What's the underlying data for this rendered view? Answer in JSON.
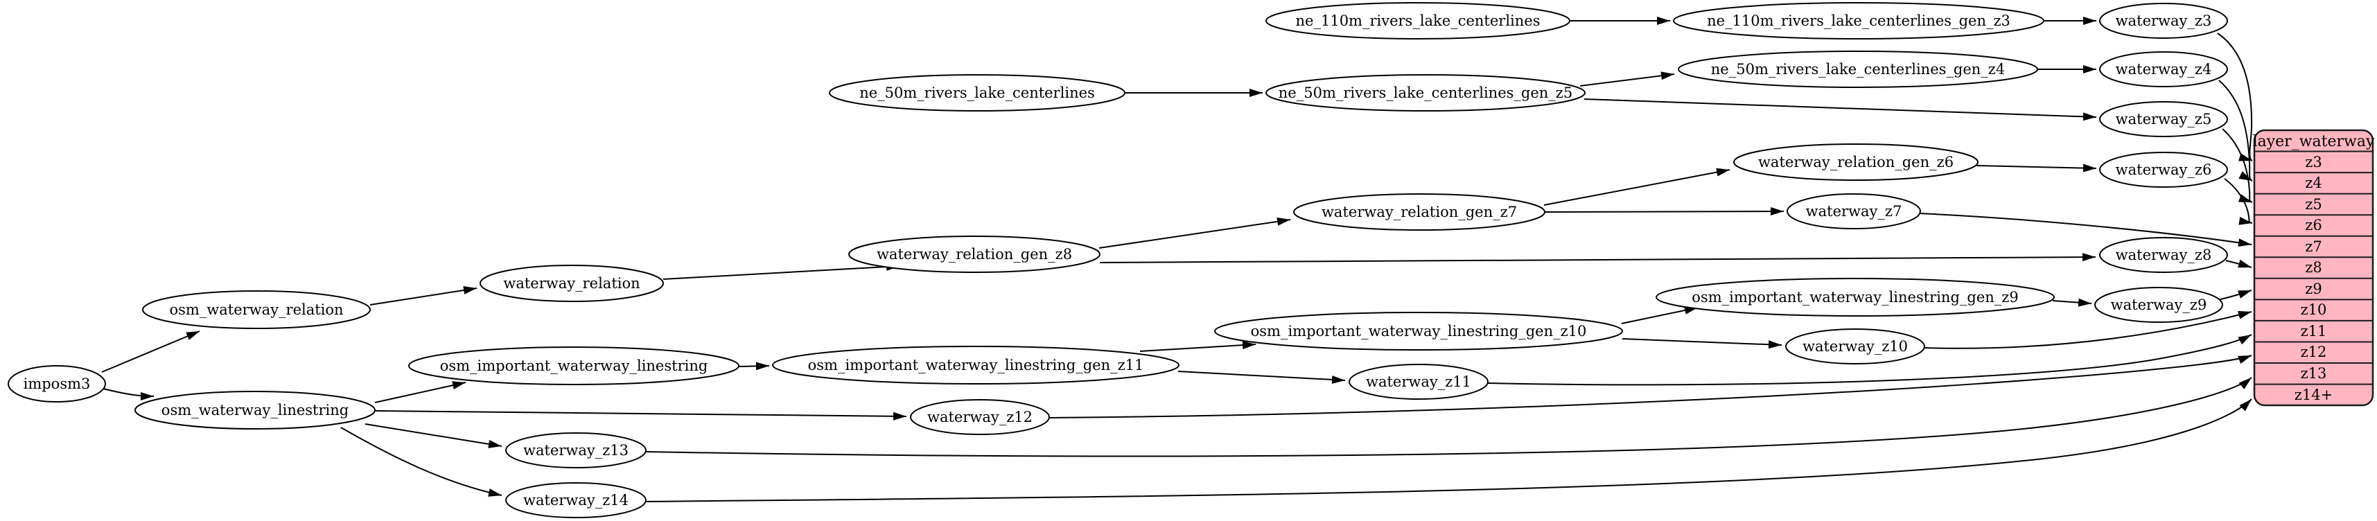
{
  "nodes": {
    "imposm3": "imposm3",
    "osm_waterway_relation": "osm_waterway_relation",
    "osm_waterway_linestring": "osm_waterway_linestring",
    "waterway_relation": "waterway_relation",
    "osm_important_waterway_linestring": "osm_important_waterway_linestring",
    "waterway_z13": "waterway_z13",
    "waterway_z14": "waterway_z14",
    "waterway_relation_gen_z8": "waterway_relation_gen_z8",
    "osm_important_waterway_linestring_gen_z11": "osm_important_waterway_linestring_gen_z11",
    "waterway_z12": "waterway_z12",
    "ne_50m_rivers_lake_centerlines": "ne_50m_rivers_lake_centerlines",
    "ne_110m_rivers_lake_centerlines": "ne_110m_rivers_lake_centerlines",
    "ne_50m_rivers_lake_centerlines_gen_z5": "ne_50m_rivers_lake_centerlines_gen_z5",
    "waterway_relation_gen_z7": "waterway_relation_gen_z7",
    "osm_important_waterway_linestring_gen_z10": "osm_important_waterway_linestring_gen_z10",
    "waterway_z11": "waterway_z11",
    "ne_110m_rivers_lake_centerlines_gen_z3": "ne_110m_rivers_lake_centerlines_gen_z3",
    "ne_50m_rivers_lake_centerlines_gen_z4": "ne_50m_rivers_lake_centerlines_gen_z4",
    "waterway_relation_gen_z6": "waterway_relation_gen_z6",
    "waterway_z7": "waterway_z7",
    "osm_important_waterway_linestring_gen_z9": "osm_important_waterway_linestring_gen_z9",
    "waterway_z10": "waterway_z10",
    "waterway_z3": "waterway_z3",
    "waterway_z4": "waterway_z4",
    "waterway_z5": "waterway_z5",
    "waterway_z6": "waterway_z6",
    "waterway_z8": "waterway_z8",
    "waterway_z9": "waterway_z9"
  },
  "table": {
    "title": "layer_waterway",
    "rows": [
      "z3",
      "z4",
      "z5",
      "z6",
      "z7",
      "z8",
      "z9",
      "z10",
      "z11",
      "z12",
      "z13",
      "z14+"
    ]
  },
  "colors": {
    "table_fill": "#ffb6c1",
    "node_fill": "#ffffff",
    "edge": "#000000"
  }
}
